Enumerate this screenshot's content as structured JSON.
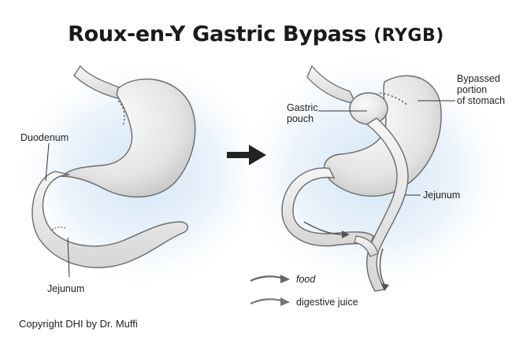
{
  "title": {
    "main": "Roux-en-Y Gastric Bypass",
    "abbr": "(RYGB)"
  },
  "labels": {
    "duodenum": "Duodenum",
    "jejunum_left": "Jejunum",
    "gastric_pouch_line1": "Gastric",
    "gastric_pouch_line2": "pouch",
    "bypassed_line1": "Bypassed",
    "bypassed_line2": "portion",
    "bypassed_line3": "of stomach",
    "jejunum_right": "Jejunum"
  },
  "legend": {
    "food": "food",
    "digestive_juice": "digestive juice"
  },
  "copyright": "Copyright DHI by Dr. Muffi",
  "colors": {
    "glow": "#cfe3f5",
    "organ_fill": "#efefef",
    "organ_stroke": "#6a6a6a",
    "arrow": "#222222"
  }
}
